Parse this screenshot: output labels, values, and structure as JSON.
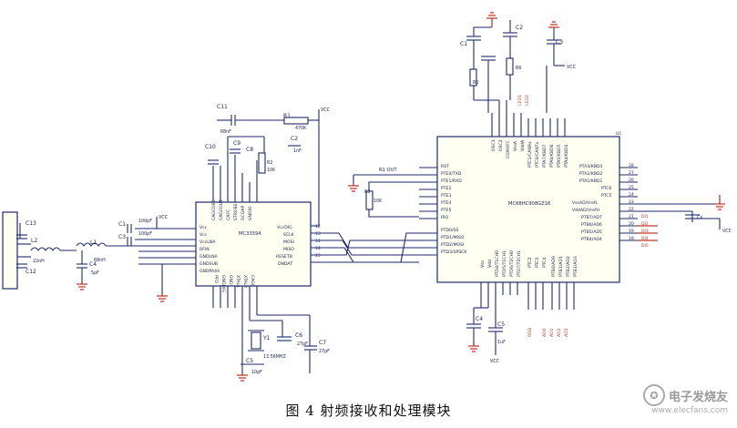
{
  "caption": "图 4  射频接收和处理模块",
  "watermark": {
    "name": "电子发烧友",
    "url": "www.elecfans.com"
  },
  "rf_chip": {
    "part": "MC33594",
    "left_pins": [
      "Vcc",
      "Vcc",
      "VccLNA",
      "RFIN",
      "GNDLNA",
      "GNDSUB",
      "GNDPA44"
    ],
    "top_pins": [
      "CAGCDEC",
      "CAGCOUT",
      "CAFC",
      "STROBE",
      "DCGAP",
      "GNDIO"
    ],
    "right_pins": [
      "VccDIG",
      "SCLK",
      "MOSI",
      "MISO",
      "RESETB",
      "DNDAT"
    ],
    "right_nums": [
      "12",
      "13",
      "11",
      "14",
      "15"
    ],
    "bottom_pins": [
      "PFD",
      "GNDDIG",
      "GND",
      "XTAL1",
      "XTAL2",
      "CAGC"
    ]
  },
  "mcu": {
    "part": "MC68HC908GZ16",
    "ref": "U1",
    "left_pins": [
      "RST",
      "PTE0/TXD",
      "PTE1/RXD",
      "PTE2",
      "PTE3",
      "PTE4",
      "PTE5",
      "IRQ",
      "PTD0/SS",
      "PTD1/MISO",
      "PTD2/MOSI",
      "PTD3/SPSCK"
    ],
    "top_pins": [
      "OSC1",
      "OSC2",
      "CGMXFC",
      "VssA",
      "VddA",
      "PTC1/CANRx",
      "PTC0/CANTx",
      "PTA7/KBD7",
      "PTA6/KBD6",
      "PTA5/KBD5",
      "PTA4/KBD4"
    ],
    "right_pins": [
      "PTA3/KBD3",
      "PTA2/KBD2",
      "PTA1/KBD1",
      "PTC6",
      "PTC5",
      "VssAD/VrefL",
      "VddAD/VrefH",
      "PTB7/AD7",
      "PTB6/AD6",
      "PTB5/AD5",
      "PTB4/AD4"
    ],
    "right_nums": [
      "28",
      "27",
      "26",
      "25",
      "24",
      "23",
      "22",
      "21",
      "20",
      "19",
      "18"
    ],
    "bottom_pins": [
      "Vss",
      "Vdd",
      "PTD4/T1CH0",
      "PTD5/T1CH1",
      "PTD6/T2CH0",
      "PTD7/T2CH1",
      "PTC2",
      "PTC3",
      "PTC4",
      "PTB0/AD0",
      "PTB1/AD1",
      "PTB2/AD2",
      "PTB3/AD3"
    ],
    "bottom_net_labels": [
      "RSSI",
      "AD0",
      "AD1",
      "AD2",
      "AD3"
    ],
    "top_net_labels": [
      "LED1",
      "LED2"
    ],
    "right_net_labels": [
      "DI1",
      "DI2",
      "DI3",
      "DI4",
      "DI5"
    ]
  },
  "components": {
    "C13": "C13",
    "C12": "C12",
    "L2": "L2",
    "L2_val": "22nH",
    "L1": "L1",
    "L1_val": "68nH",
    "C1": "C1",
    "C3": "C3",
    "C4": "C4",
    "C4_val": "5pF",
    "C1_val": "100pF",
    "C3_val": "100pF",
    "C11": "C11",
    "C11_val": "68nF",
    "C10": "C10",
    "C9": "C9",
    "C8": "C8",
    "R1": "R1",
    "R1_val": "470K",
    "C2": "C2",
    "C2_val": "1nF",
    "R2": "R2",
    "R2_val": "10K",
    "Y1": "Y1",
    "Y1_val": "13.56MHZ",
    "C6": "C6",
    "C6_val": "27pF",
    "C7": "C7",
    "C7_val": "27pF",
    "C5": "C5",
    "C5_val": "10pF",
    "R3": "R3",
    "R3_val": "10K",
    "R1OUT": "R1 OUT",
    "mcu_C1": "C1",
    "mcu_C2": "C2",
    "mcu_C3": "C3",
    "mcu_R5": "R5",
    "mcu_R6": "R6",
    "mcu_C4": "C4",
    "mcu_C5": "C5",
    "mcu_C5_val": "1uF",
    "mcu_C4b": "C4"
  },
  "nets": {
    "vcc": "VCC"
  }
}
